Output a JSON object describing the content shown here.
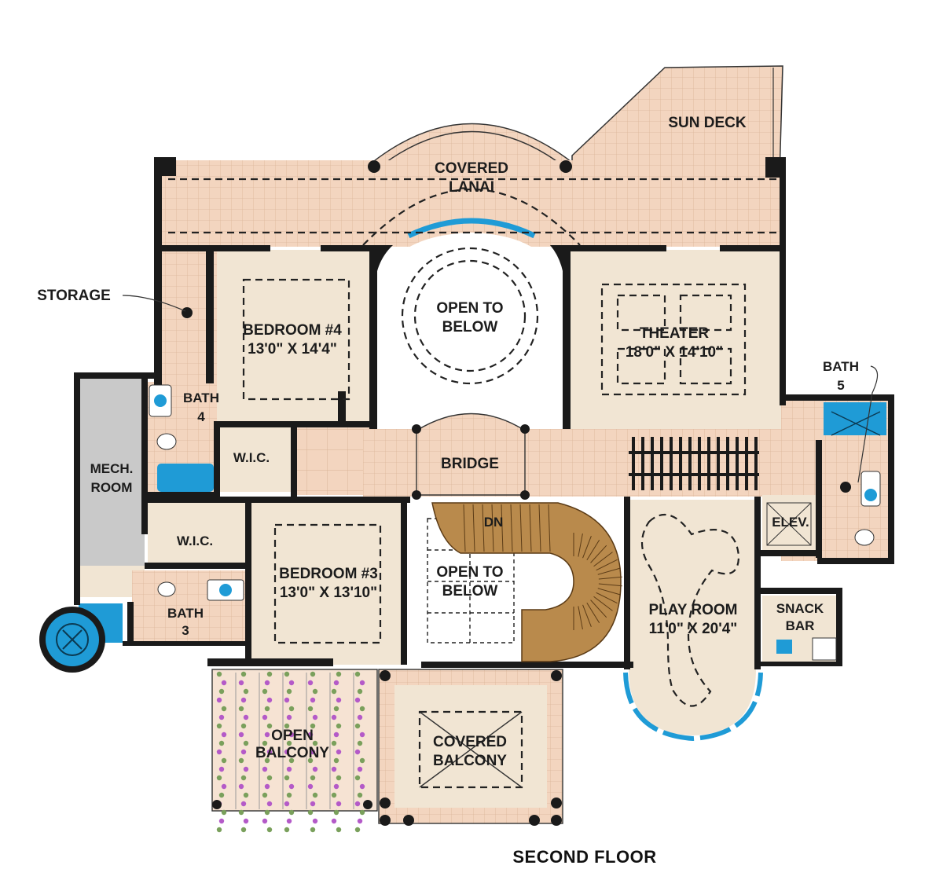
{
  "plan_title": "SECOND FLOOR",
  "colors": {
    "tile": "#f3d5bf",
    "room": "#f1e5d3",
    "wall": "#1a1a1a",
    "mech": "#c9c9c9",
    "water": "#1f9bd6",
    "stair": "#b98a4c",
    "open": "#ffffff",
    "flowers": "#b45ac8"
  },
  "rooms": {
    "sun_deck": "SUN DECK",
    "covered_lanai_1": "COVERED",
    "covered_lanai_2": "LANAI",
    "storage": "STORAGE",
    "bedroom4_name": "BEDROOM #4",
    "bedroom4_size": "13'0\" X 14'4\"",
    "open_below_1_a": "OPEN TO",
    "open_below_1_b": "BELOW",
    "theater_name": "THEATER",
    "theater_size": "18'0\" X 14'10\"",
    "bath5_a": "BATH",
    "bath5_b": "5",
    "bath4_a": "BATH",
    "bath4_b": "4",
    "wic_1": "W.I.C.",
    "mech_a": "MECH.",
    "mech_b": "ROOM",
    "bridge": "BRIDGE",
    "dn": "DN",
    "elev": "ELEV.",
    "wic_2": "W.I.C.",
    "bedroom3_name": "BEDROOM #3",
    "bedroom3_size": "13'0\" X 13'10\"",
    "open_below_2_a": "OPEN TO",
    "open_below_2_b": "BELOW",
    "play_name": "PLAY ROOM",
    "play_size": "11'0\" X 20'4\"",
    "snack_a": "SNACK",
    "snack_b": "BAR",
    "bath3_a": "BATH",
    "bath3_b": "3",
    "open_balcony_a": "OPEN",
    "open_balcony_b": "BALCONY",
    "covered_balcony_a": "COVERED",
    "covered_balcony_b": "BALCONY"
  }
}
